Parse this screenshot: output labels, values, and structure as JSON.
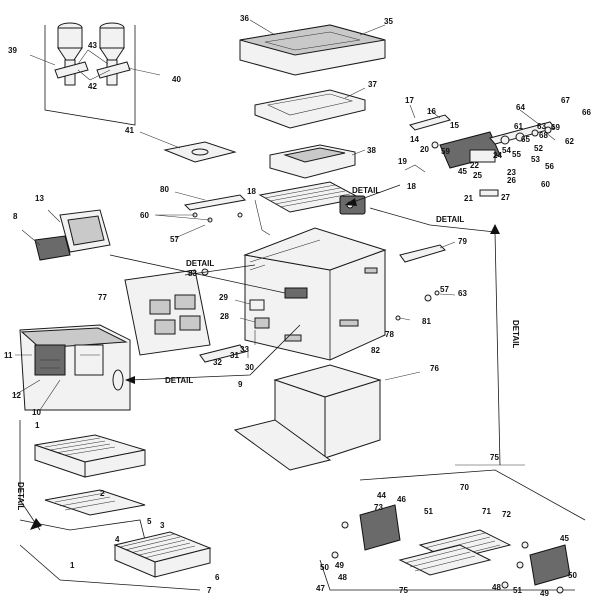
{
  "callouts": {
    "c1a": "1",
    "c1b": "1",
    "c2": "2",
    "c3": "3",
    "c4": "4",
    "c5": "5",
    "c6": "6",
    "c7": "7",
    "c8": "8",
    "c9": "9",
    "c10": "10",
    "c11": "11",
    "c12": "12",
    "c13": "13",
    "c14": "14",
    "c15": "15",
    "c16": "16",
    "c17": "17",
    "c18a": "18",
    "c18b": "18",
    "c19": "19",
    "c20": "20",
    "c21": "21",
    "c22": "22",
    "c23": "23",
    "c24": "24",
    "c25": "25",
    "c26": "26",
    "c27": "27",
    "c28": "28",
    "c29": "29",
    "c30": "30",
    "c31": "31",
    "c32": "32",
    "c33": "33",
    "c35": "35",
    "c36": "36",
    "c37": "37",
    "c38": "38",
    "c39": "39",
    "c40": "40",
    "c41": "41",
    "c42": "42",
    "c43": "43",
    "c44": "44",
    "c45a": "45",
    "c45b": "45",
    "c46": "46",
    "c47": "47",
    "c48a": "48",
    "c48b": "48",
    "c49a": "49",
    "c49b": "49",
    "c50a": "50",
    "c50b": "50",
    "c51a": "51",
    "c51b": "51",
    "c52": "52",
    "c53": "53",
    "c54": "54",
    "c55": "55",
    "c56": "56",
    "c57a": "57",
    "c57b": "57",
    "c59": "59",
    "c60a": "60",
    "c60b": "60",
    "c61": "61",
    "c62": "62",
    "c63a": "63",
    "c63b": "63",
    "c64": "64",
    "c65": "65",
    "c66": "66",
    "c67": "67",
    "c68": "68",
    "c69": "69",
    "c70": "70",
    "c71": "71",
    "c72": "72",
    "c73": "73",
    "c75a": "75",
    "c75b": "75",
    "c76": "76",
    "c77": "77",
    "c78": "78",
    "c79": "79",
    "c80": "80",
    "c81": "81",
    "c82": "82",
    "c83": "83"
  },
  "detail_labels": {
    "d1": "DETAIL",
    "d2": "DETAIL",
    "d3": "DETAIL",
    "d4": "DETAIL",
    "d5": "DETAIL",
    "d6": "DETAIL"
  }
}
